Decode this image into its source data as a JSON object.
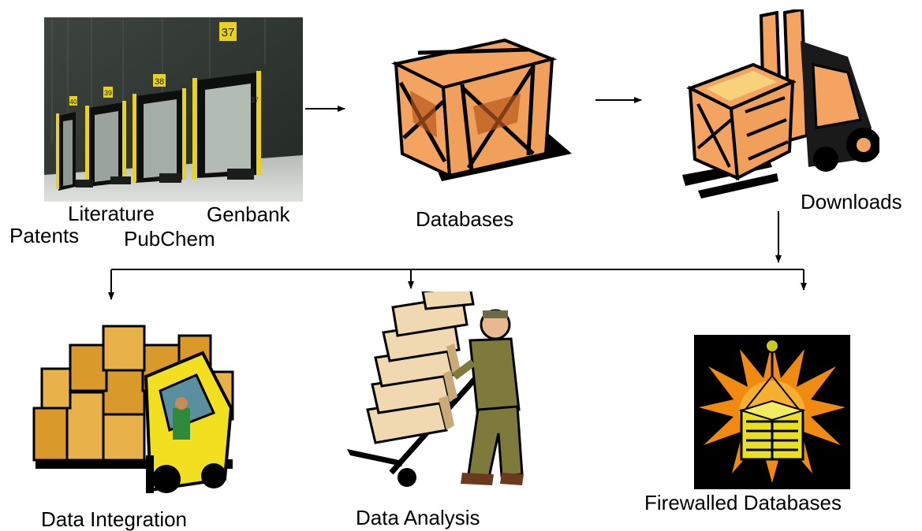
{
  "source_labels": {
    "patents": "Patents",
    "literature": "Literature",
    "pubchem": "PubChem",
    "genbank": "Genbank"
  },
  "nodes": {
    "databases": "Databases",
    "downloads": "Downloads",
    "data_integration": "Data Integration",
    "data_analysis": "Data Analysis",
    "firewalled_databases": "Firewalled Databases"
  },
  "photo": {
    "dock_numbers": [
      "40",
      "39",
      "38",
      "37"
    ],
    "door_number": "37"
  },
  "colors": {
    "crate": "#f4a460",
    "crate_dark": "#b8581c",
    "box": "#d99a2b",
    "box_light": "#e8b14a",
    "forklift_yellow": "#f2e020",
    "worker_green": "#7d7a3c",
    "burst_orange": "#f08a10",
    "arrow": "#000000"
  }
}
